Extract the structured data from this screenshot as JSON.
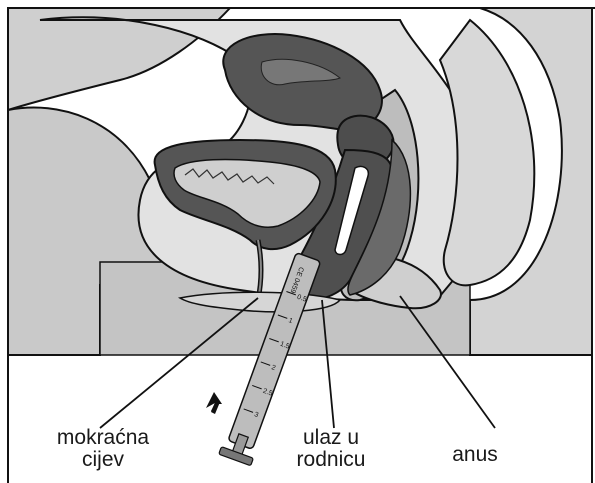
{
  "labels": {
    "urethra": {
      "line1": "mokraćna",
      "line2": "cijev"
    },
    "vaginal_opening": {
      "line1": "ulaz u",
      "line2": "rodnicu"
    },
    "anus": {
      "line1": "anus"
    }
  },
  "applicator_marks": [
    "0.5",
    "1",
    "1.5",
    "2",
    "2.5",
    "3"
  ],
  "applicator_print": "CE 0459",
  "colors": {
    "background": "#ffffff",
    "tissue_light": "#dcdcdc",
    "tissue_mid": "#bcbcbc",
    "organ_dark": "#5a5a5a",
    "organ_darker": "#4a4a4a",
    "outline": "#111111"
  },
  "icons": {
    "direction": "arrow-up-icon"
  }
}
